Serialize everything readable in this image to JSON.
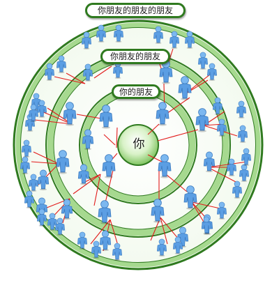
{
  "diagram": {
    "center_label": "你",
    "rings": [
      {
        "level": 1,
        "label": "你的朋友"
      },
      {
        "level": 2,
        "label": "你朋友的朋友"
      },
      {
        "level": 3,
        "label": "你朋友的朋友的朋友"
      }
    ],
    "colors": {
      "ring_dark": "#2f7a1f",
      "ring_light": "#a6d98f",
      "ring_pale": "#e8f6df",
      "link": "#e21a1a",
      "person_body": "#5b9ee3",
      "person_head": "#7cb8f0"
    },
    "counts": {
      "friends": 5,
      "friends_of_friends": 15,
      "third_degree": 38
    }
  }
}
